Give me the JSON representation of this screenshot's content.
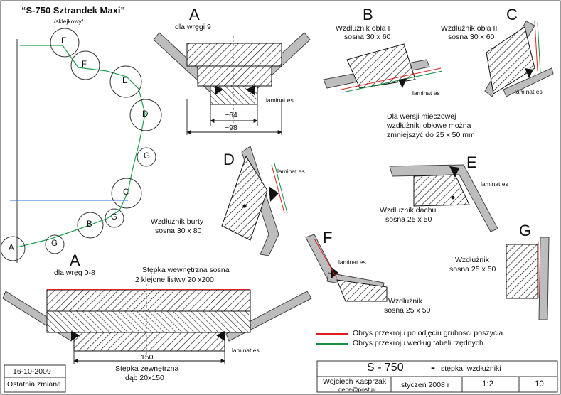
{
  "title": {
    "main": "“S-750 Sztrandek Maxi”",
    "sub": "/sklejkowy/"
  },
  "section_letters": [
    "E",
    "F",
    "E",
    "D",
    "G",
    "C",
    "G",
    "B",
    "G",
    "A"
  ],
  "views": {
    "a_top": {
      "letter": "A",
      "caption": "dla wręgi 9",
      "laminat": "laminat es",
      "dim_inner": "~64",
      "dim_outer": "~98"
    },
    "b": {
      "letter": "B",
      "caption_line1": "Wzdłużnik obła I",
      "caption_line2": "sosna 30 x 60",
      "laminat": "laminat es"
    },
    "c": {
      "letter": "C",
      "caption_line1": "Wzdłużnik obła II",
      "caption_line2": "sosna 30 x 60",
      "laminat": "laminat es"
    },
    "note": {
      "line1": "Dla wersji mieczowej",
      "line2": "wzdłużniki obłowe można",
      "line3": "zmniejszyć do 25 x 50 mm"
    },
    "d": {
      "letter": "D",
      "laminat": "laminat es",
      "caption_line1": "Wzdłużnik burty",
      "caption_line2": "sosna 30 x 80"
    },
    "e": {
      "letter": "E",
      "laminat": "laminat es",
      "caption_line1": "Wzdłużnik dachu",
      "caption_line2": "sosna 25 x 50"
    },
    "f": {
      "letter": "F",
      "laminat": "laminat es",
      "caption_line1": "Wzdłużnik",
      "caption_line2": "sosna 25 x 50"
    },
    "g": {
      "letter": "G",
      "caption_line1": "Wzdłużnik",
      "caption_line2": "sosna 25 x 50"
    },
    "a_bottom": {
      "letter": "A",
      "caption": "dla wręg 0-8",
      "inner_line1": "Stępka wewnętrzna sosna",
      "inner_line2": "2  klejone listwy 20 x200",
      "dim": "150",
      "outer_line1": "Stępka zewnętrzna",
      "outer_line2": "dąb 20x150",
      "laminat": "laminat es"
    }
  },
  "legend": {
    "red_label": "Obrys przekroju po odjęciu grubosci poszycia",
    "green_label": "Obrys przekroju według tabeli rzędnych.",
    "red_color": "#e02020",
    "green_color": "#109040"
  },
  "footer": {
    "date": "16-10-2009",
    "last_change": "Ostatnia zmiana",
    "model": "S - 750",
    "dash": "-",
    "description": "stępka, wzdłużniki",
    "author": "Wojciech Kasprzak",
    "email": "gene@post.pl",
    "month": "styczeń  2008 r",
    "scale": "1:2",
    "sheet": "10"
  }
}
